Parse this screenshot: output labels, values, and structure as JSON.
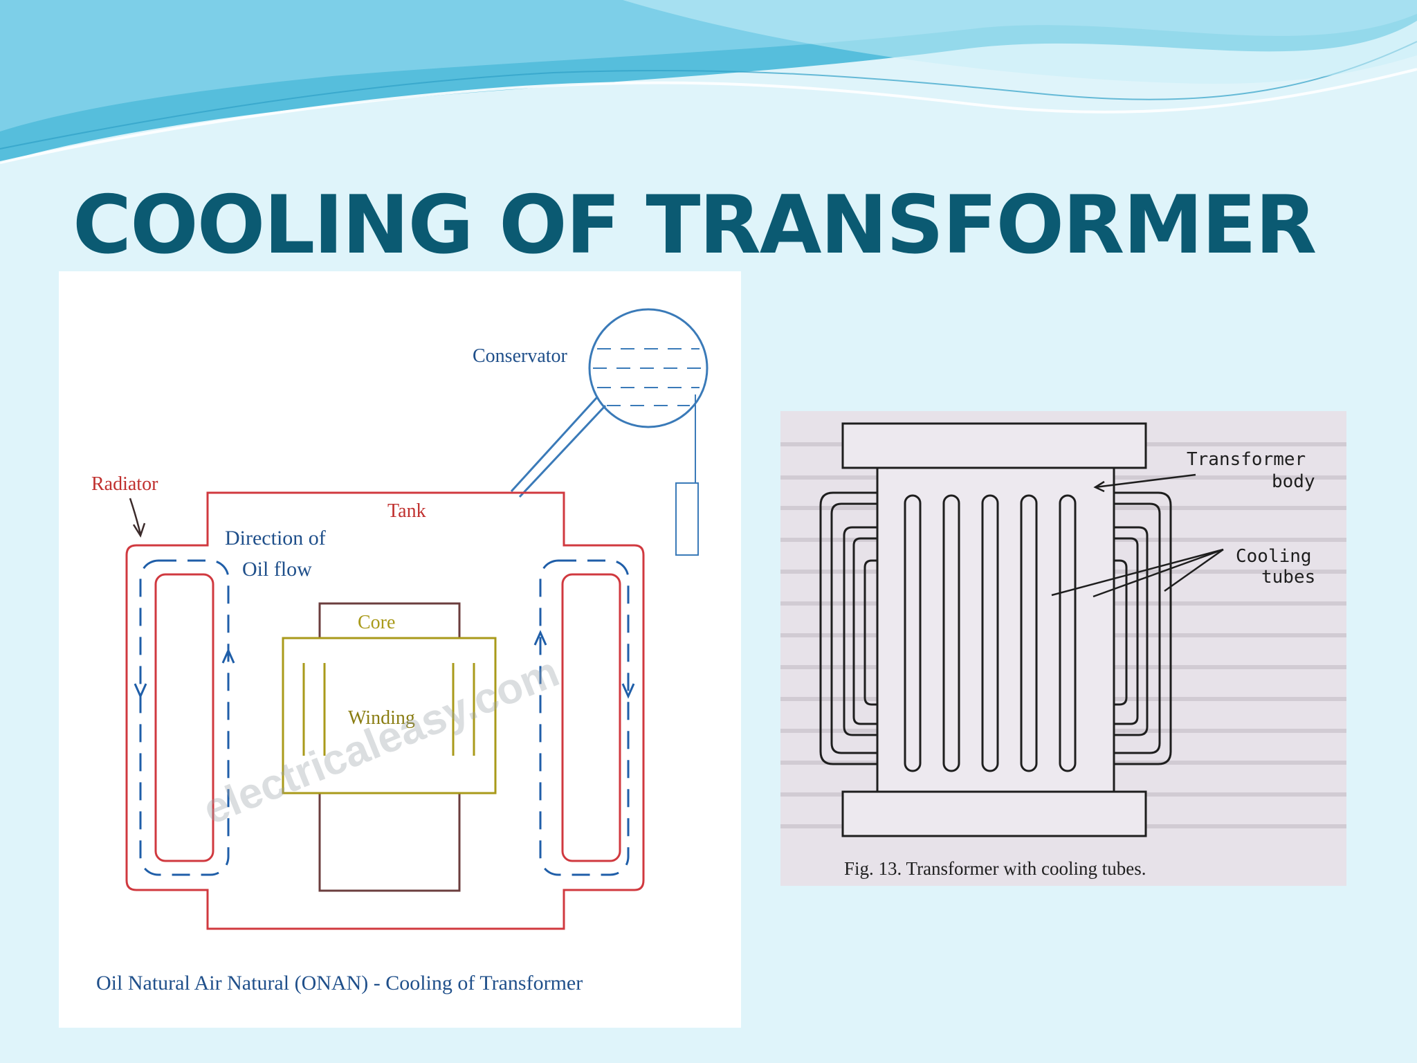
{
  "slide": {
    "title": "COOLING OF TRANSFORMER"
  },
  "onan_diagram": {
    "labels": {
      "conservator": "Conservator",
      "radiator": "Radiator",
      "tank": "Tank",
      "direction_line1": "Direction of",
      "direction_line2": "Oil flow",
      "core": "Core",
      "winding": "Winding",
      "watermark": "electricaleasy.com"
    },
    "caption": "Oil Natural Air Natural (ONAN) - Cooling of Transformer",
    "colors": {
      "tank": "#d0393f",
      "oil_flow": "#1f5ea8",
      "conservator": "#3a7ab8",
      "core": "#6b3d3d",
      "winding": "#a99a1a",
      "label_blue": "#1f4f8a",
      "label_red": "#c0302e"
    }
  },
  "cooling_tubes_figure": {
    "labels": {
      "transformer_line1": "Transformer",
      "transformer_line2": "body",
      "cooling_line1": "Cooling",
      "cooling_line2": "tubes"
    },
    "caption": "Fig. 13. Transformer with cooling tubes."
  },
  "theme": {
    "background": "#dff4fa",
    "title_color": "#0b5a72",
    "wave_dark": "#4ab6d6",
    "wave_light": "#bfe9f5"
  }
}
